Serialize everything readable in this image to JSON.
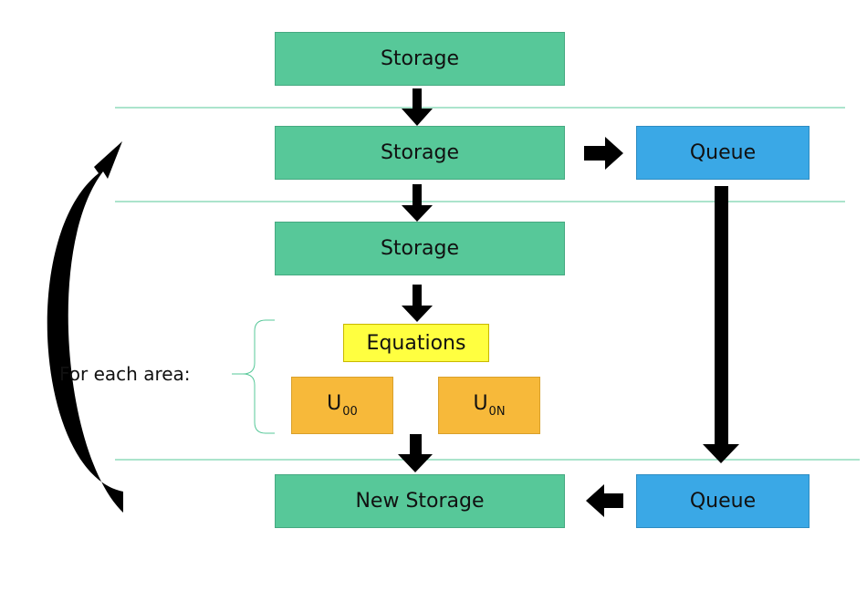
{
  "diagram": {
    "storage_1": "Storage",
    "storage_2": "Storage",
    "storage_3": "Storage",
    "new_storage": "New Storage",
    "queue_top": "Queue",
    "queue_bottom": "Queue",
    "equations": "Equations",
    "u00": {
      "main": "U",
      "sub": "00"
    },
    "u0n": {
      "main": "U",
      "sub": "0N"
    },
    "for_each_area": "For each area:"
  },
  "colors": {
    "storage": "#57C899",
    "queue": "#3AA8E6",
    "equations": "#FFFF40",
    "u_box": "#F7B93A",
    "divider": "#57C899",
    "arrow": "#000000"
  }
}
